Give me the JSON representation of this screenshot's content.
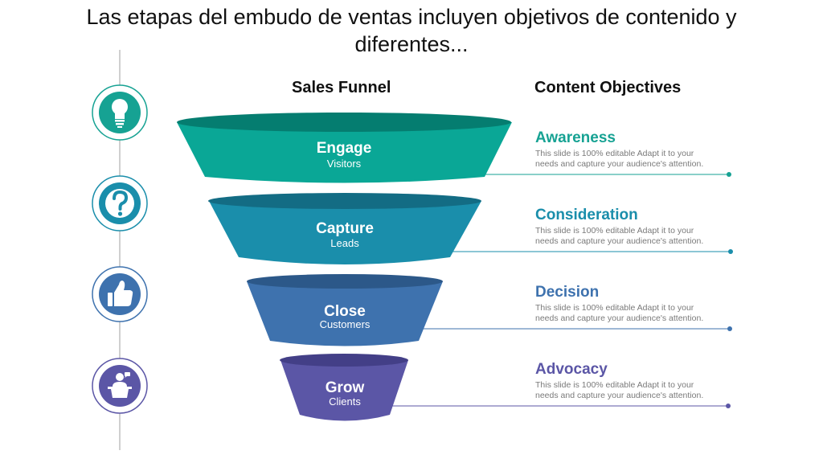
{
  "title": "Las etapas del embudo de ventas incluyen objetivos de contenido y diferentes...",
  "headers": {
    "funnel": "Sales Funnel",
    "objectives": "Content Objectives"
  },
  "stages": [
    {
      "name": "Engage",
      "sub": "Visitors",
      "icon": "lightbulb-icon",
      "color": "#0aa796"
    },
    {
      "name": "Capture",
      "sub": "Leads",
      "icon": "question-mark-icon",
      "color": "#1a8eab"
    },
    {
      "name": "Close",
      "sub": "Customers",
      "icon": "thumbs-up-icon",
      "color": "#3e72ae"
    },
    {
      "name": "Grow",
      "sub": "Clients",
      "icon": "speaker-podium-icon",
      "color": "#5b56a6"
    }
  ],
  "objectives": [
    {
      "title": "Awareness",
      "line1": "This slide is 100% editable  Adapt it to your",
      "line2": "needs and capture your audience's attention.",
      "color": "#16a293"
    },
    {
      "title": "Consideration",
      "line1": "This slide is 100% editable  Adapt it to your",
      "line2": "needs and capture your audience's attention.",
      "color": "#1a8eab"
    },
    {
      "title": "Decision",
      "line1": "This slide is 100% editable  Adapt it to your",
      "line2": "needs and capture your audience's attention.",
      "color": "#3e72ae"
    },
    {
      "title": "Advocacy",
      "line1": "This slide is 100% editable  Adapt it to your",
      "line2": "needs and capture your audience's attention.",
      "color": "#5b56a6"
    }
  ]
}
